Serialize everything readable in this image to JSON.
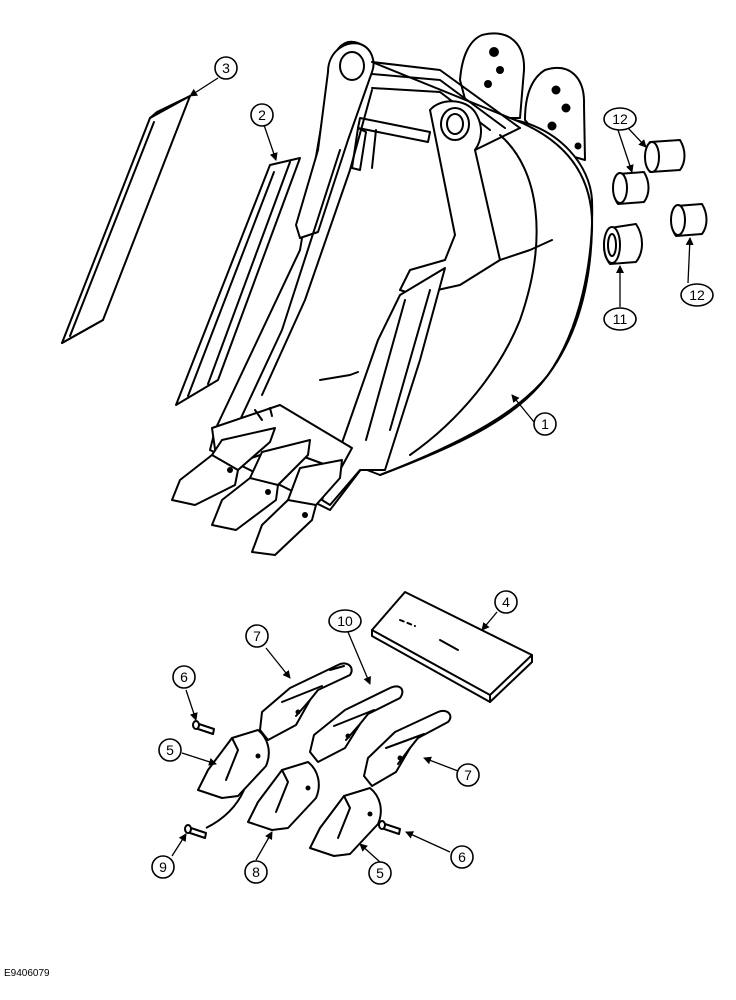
{
  "drawing_code": "E9406079",
  "callouts": {
    "c1": "1",
    "c2": "2",
    "c3": "3",
    "c4": "4",
    "c5a": "5",
    "c5b": "5",
    "c6a": "6",
    "c6b": "6",
    "c7a": "7",
    "c7b": "7",
    "c8": "8",
    "c9": "9",
    "c10": "10",
    "c11": "11",
    "c12a": "12",
    "c12b": "12"
  }
}
